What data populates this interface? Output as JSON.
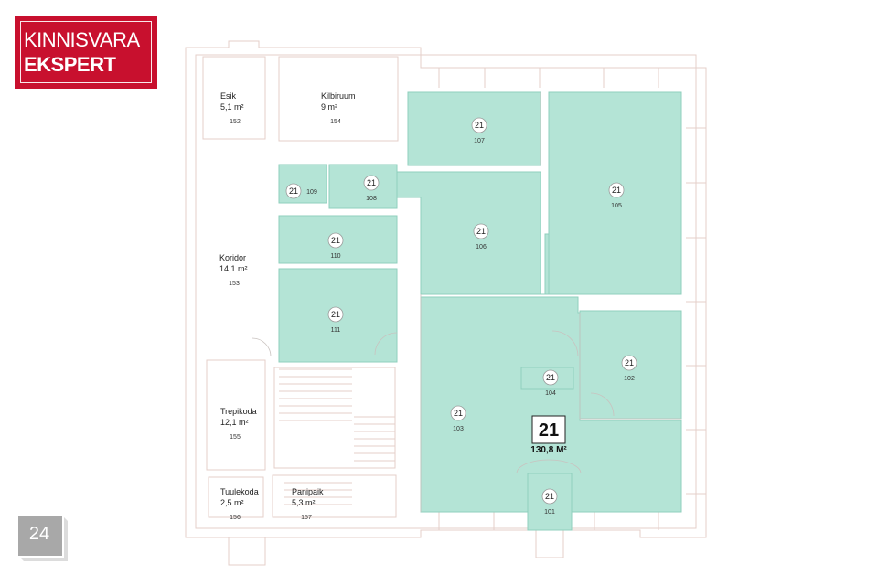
{
  "logo": {
    "line1": "KINNISVARA",
    "line2": "EKSPERT",
    "color": "#c8102e"
  },
  "page_number": "24",
  "apartment": {
    "number": "21",
    "area": "130,8 M²",
    "fill_color": "#b4e4d6"
  },
  "rooms": [
    {
      "id": "esik",
      "name": "Esik",
      "area": "5,1 m²",
      "code": "152"
    },
    {
      "id": "kilbiruum",
      "name": "Kilbiruum",
      "area": "9 m²",
      "code": "154"
    },
    {
      "id": "koridor",
      "name": "Koridor",
      "area": "14,1 m²",
      "code": "153"
    },
    {
      "id": "trepikoda",
      "name": "Trepikoda",
      "area": "12,1 m²",
      "code": "155"
    },
    {
      "id": "tuulekoda",
      "name": "Tuulekoda",
      "area": "2,5 m²",
      "code": "156"
    },
    {
      "id": "panipaik",
      "name": "Panipaik",
      "area": "5,3 m²",
      "code": "157"
    }
  ],
  "unit_rooms": [
    {
      "id": "r107",
      "unit": "21",
      "code": "107"
    },
    {
      "id": "r105",
      "unit": "21",
      "code": "105"
    },
    {
      "id": "r109",
      "unit": "21",
      "code": "109"
    },
    {
      "id": "r108",
      "unit": "21",
      "code": "108"
    },
    {
      "id": "r106",
      "unit": "21",
      "code": "106"
    },
    {
      "id": "r110",
      "unit": "21",
      "code": "110"
    },
    {
      "id": "r111",
      "unit": "21",
      "code": "111"
    },
    {
      "id": "r102",
      "unit": "21",
      "code": "102"
    },
    {
      "id": "r104",
      "unit": "21",
      "code": "104"
    },
    {
      "id": "r103",
      "unit": "21",
      "code": "103"
    },
    {
      "id": "r101",
      "unit": "21",
      "code": "101"
    }
  ]
}
